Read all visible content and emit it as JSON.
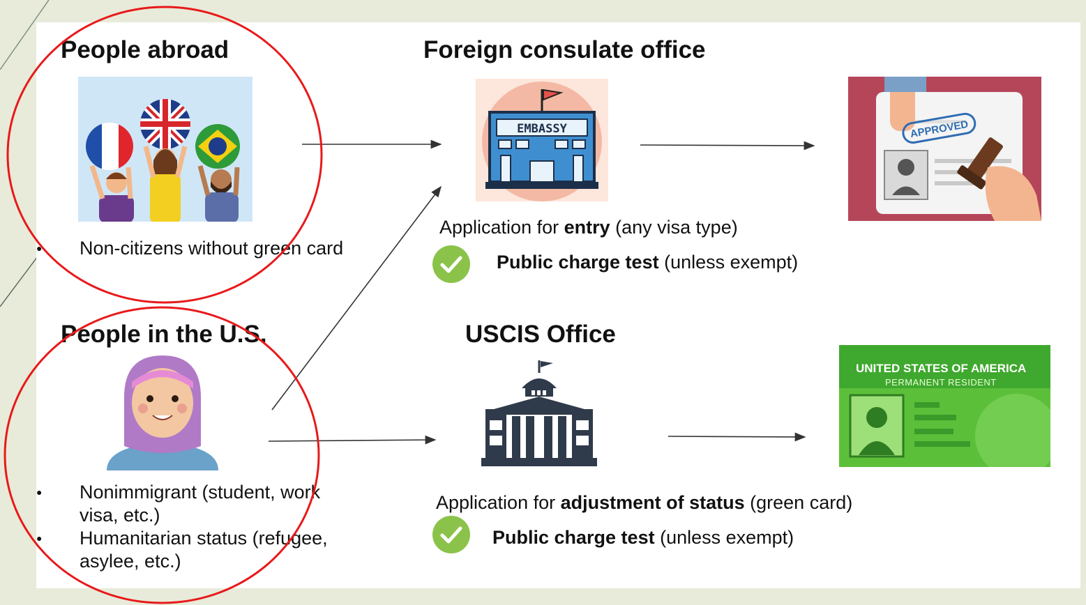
{
  "left": {
    "abroad": {
      "heading": "People abroad",
      "bullets": [
        "Non-citizens without green card"
      ]
    },
    "in_us": {
      "heading": "People in the U.S.",
      "bullets": [
        "Nonimmigrant (student, work visa, etc.)",
        "Humanitarian status (refugee, asylee, etc.)"
      ]
    }
  },
  "consulate": {
    "heading": "Foreign consulate office",
    "building_sign": "EMBASSY",
    "application_prefix": "Application for ",
    "application_bold": "entry",
    "application_suffix": " (any visa type)",
    "test_bold": "Public charge test",
    "test_suffix": " (unless exempt)",
    "stamp_text": "APPROVED"
  },
  "uscis": {
    "heading": "USCIS Office",
    "application_prefix": "Application for ",
    "application_bold": "adjustment of status",
    "application_suffix": " (green card)",
    "test_bold": "Public charge test",
    "test_suffix": " (unless exempt)",
    "card_title": "UNITED STATES OF AMERICA",
    "card_subtitle": "PERMANENT RESIDENT"
  },
  "colors": {
    "slide_background": "#e8ebd9",
    "highlight_circle": "#e8191a",
    "check_green": "#8bc34a",
    "card_green": "#5cbf3a",
    "approved_bg": "#b5465a"
  }
}
